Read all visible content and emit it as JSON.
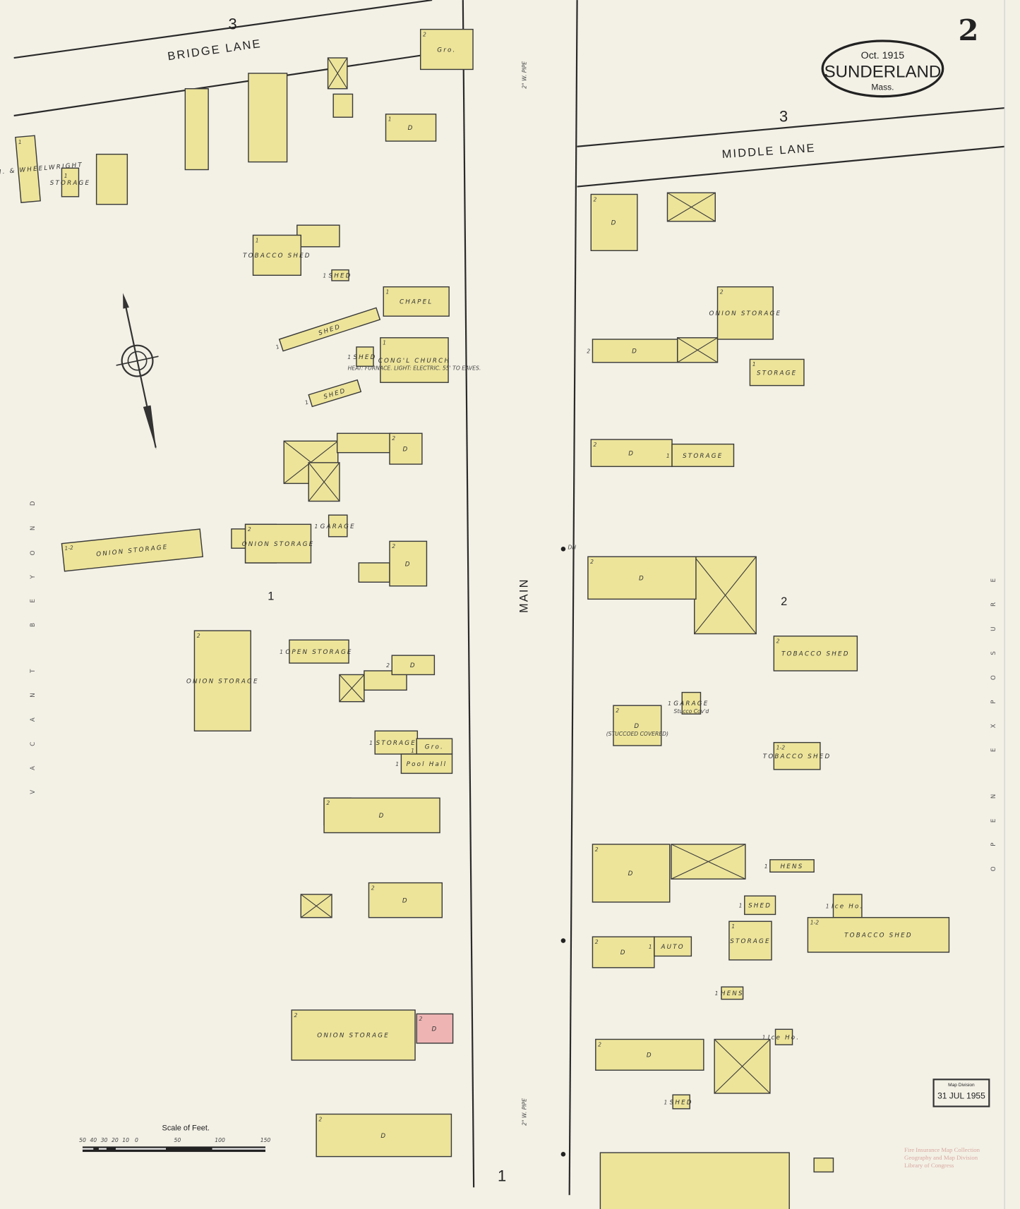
{
  "map": {
    "page_number": "2",
    "title_block": {
      "date": "Oct. 1915",
      "town": "SUNDERLAND",
      "state": "Mass."
    },
    "streets": {
      "bridge_lane": "BRIDGE LANE",
      "middle_lane": "MIDDLE LANE",
      "main": "MAIN"
    },
    "sheet_refs": {
      "top_left": "3",
      "top_right": "3",
      "bottom": "1"
    },
    "block_numbers": {
      "left": "1",
      "right": "2"
    },
    "edge_notes": {
      "left": "VACANT BEYOND",
      "right": "OPEN EXPOSURE"
    },
    "pipe_notes": {
      "top": "2\" W. PIPE",
      "bottom": "2\" W. PIPE"
    },
    "hydrant_label": "DH",
    "buildings_left": [
      {
        "label": "Gro.",
        "stories": "2"
      },
      {
        "label": "D",
        "stories": "1"
      },
      {
        "label": "TOBACCO SHED",
        "stories": "1"
      },
      {
        "label": "SHED",
        "stories": "1"
      },
      {
        "label": "CHAPEL",
        "stories": "1"
      },
      {
        "label": "SHED",
        "stories": "1"
      },
      {
        "label": "CONG'L CHURCH",
        "note": "HEAT: FURNACE. LIGHT: ELECTRIC. 55' TO EAVES.",
        "stories": "1"
      },
      {
        "label": "SHED",
        "stories": "1"
      },
      {
        "label": "SHED",
        "stories": "1"
      },
      {
        "label": "D",
        "stories": "2"
      },
      {
        "label": "ONION STORAGE",
        "stories": "1-2"
      },
      {
        "label": "ONION STORAGE",
        "stories": "2"
      },
      {
        "label": "GARAGE",
        "stories": "1"
      },
      {
        "label": "D",
        "stories": "2"
      },
      {
        "label": "ONION STORAGE",
        "stories": "2"
      },
      {
        "label": "OPEN STORAGE",
        "stories": "1"
      },
      {
        "label": "D",
        "stories": "2"
      },
      {
        "label": "STORAGE",
        "stories": "1"
      },
      {
        "label": "Gro.",
        "stories": "1"
      },
      {
        "label": "Pool Hall",
        "stories": "1"
      },
      {
        "label": "D",
        "stories": "2"
      },
      {
        "label": "D",
        "stories": "2"
      },
      {
        "label": "ONION STORAGE",
        "stories": "2"
      },
      {
        "label": "D",
        "stories": "2"
      },
      {
        "label": "D",
        "stories": "2"
      },
      {
        "label": "BL. SM. & WHEELWRIGHT",
        "stories": "1"
      },
      {
        "label": "STORAGE",
        "stories": "1"
      }
    ],
    "buildings_right": [
      {
        "label": "D",
        "stories": "2"
      },
      {
        "label": "ONION STORAGE",
        "stories": "2"
      },
      {
        "label": "D",
        "stories": "2"
      },
      {
        "label": "STORAGE",
        "stories": "1"
      },
      {
        "label": "D",
        "stories": "2"
      },
      {
        "label": "STORAGE",
        "stories": "1"
      },
      {
        "label": "D",
        "stories": "2"
      },
      {
        "label": "TOBACCO SHED",
        "stories": "2"
      },
      {
        "label": "D",
        "note": "(STUCCOED COVERED)",
        "stories": "2"
      },
      {
        "label": "GARAGE",
        "note": "Stucco Cov'd",
        "stories": "1"
      },
      {
        "label": "TOBACCO SHED",
        "stories": "1-2"
      },
      {
        "label": "D",
        "stories": "2"
      },
      {
        "label": "HENS",
        "stories": "1"
      },
      {
        "label": "SHED",
        "stories": "1"
      },
      {
        "label": "Ice Ho.",
        "stories": "1"
      },
      {
        "label": "TOBACCO SHED",
        "stories": "1-2"
      },
      {
        "label": "STORAGE",
        "stories": "1"
      },
      {
        "label": "D",
        "stories": "2"
      },
      {
        "label": "AUTO",
        "stories": "1"
      },
      {
        "label": "HENS",
        "stories": "1"
      },
      {
        "label": "D",
        "stories": "2"
      },
      {
        "label": "Ice Ho.",
        "stories": "1"
      },
      {
        "label": "SHED",
        "stories": "1"
      }
    ],
    "scale": {
      "title": "Scale of Feet.",
      "ticks": [
        "50",
        "40",
        "30",
        "20",
        "10",
        "0",
        "50",
        "100",
        "150"
      ]
    },
    "stamp": {
      "line1": "Map Division",
      "line2": "31 JUL 1955"
    },
    "collection_note": [
      "Fire Insurance Map Collection",
      "Geography and Map Division",
      "Library of Congress"
    ],
    "colors": {
      "paper": "#f3f1e6",
      "frame": "#ede49a",
      "brick": "#eeb4b4",
      "ink": "#2a2a2a"
    }
  }
}
